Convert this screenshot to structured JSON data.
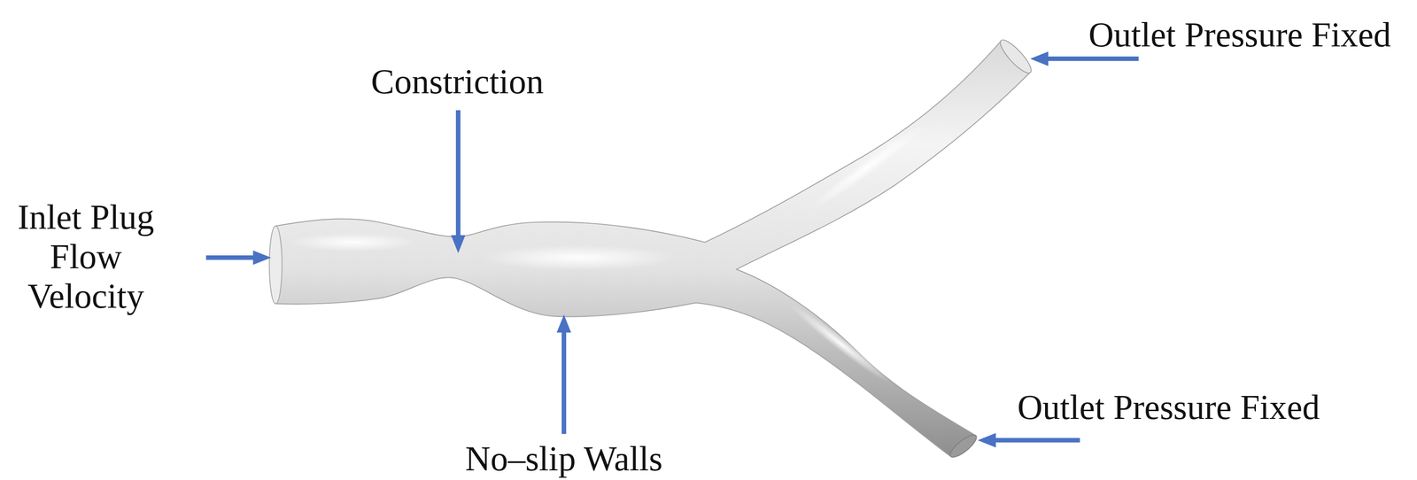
{
  "diagram": {
    "labels": [
      "Inlet Plug Flow Velocity",
      "Constriction",
      "Outlet Pressure Fixed",
      "No–slip Walls",
      "Outlet Pressure Fixed"
    ]
  }
}
